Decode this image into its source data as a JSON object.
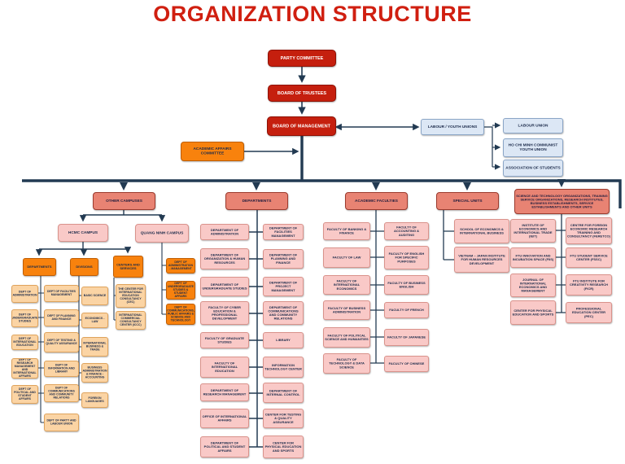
{
  "title": "ORGANIZATION STRUCTURE",
  "colors": {
    "title_red": "#D01F10",
    "box_red": "#C51F0E",
    "box_orange": "#F8820D",
    "box_salmon": "#E88373",
    "box_pink": "#F9C9C7",
    "box_tan": "#FBD4A4",
    "box_blue": "#DCE7F5",
    "connector_line": "#223A52"
  },
  "top_chain": {
    "party_committee": "PARTY COMMITTEE",
    "board_of_trustees": "BOARD OF TRUSTEES",
    "board_of_management": "BOARD OF MANAGEMENT"
  },
  "academic_affairs_committee": "ACADEMIC AFFAIRS COMMITTEE",
  "unions": {
    "root": "LABOUR / YOUTH UNIONS",
    "children": [
      "LABOUR UNION",
      "HO CHI MINH COMMUNIST YOUTH UNION",
      "ASSOCIATION OF STUDENTS"
    ]
  },
  "level2": {
    "other_campuses": "OTHER CAMPUSES",
    "departments": "DEPARTMENTS",
    "academic_faculties": "ACADEMIC FACULTIES",
    "special_units": "SPECIAL UNITS",
    "science_tech": "SCIENCE AND TECHNOLOGY ORGANIZATIONS, TRAINING SERVICE ORGANIZATIONS, RESEARCH INSTITUTES, BUSINESS ESTABLISHMENTS, SERVICE ESTABLISHMENTS AND OTHER UNITS"
  },
  "campuses": {
    "hcmc": "HCMC CAMPUS",
    "quang_ninh": "QUANG NINH CAMPUS"
  },
  "hcmc": {
    "headers": {
      "departments": "DEPARTMENTS",
      "divisions": "DIVISIONS",
      "centers": "CENTERS AND SERVICES"
    },
    "departments_left": [
      "DEPT OF ADMINISTRATION",
      "DEPT OF UNDERGRADUATE STUDIES",
      "DEPT OF INTERNATIONAL EDUCATION",
      "DEPT OF RESEARCH MANAGEMENT AND INTERNATIONAL AFFAIRS",
      "DEPT OF POLITICAL AND STUDENT AFFAIRS"
    ],
    "departments_right": [
      "DEPT OF FACILITIES MANAGEMENT",
      "DEPT OF PLANNING AND FINANCE",
      "DEPT OF TESTING & QUALITY ASSURANCE",
      "DEPT OF INFORMATION AND LIBRARY",
      "DEPT OF COMMUNICATIONS AND COMMUNITY RELATIONS",
      "DEPT OF PARTY AND LABOUR UNION"
    ],
    "divisions": [
      "BASIC SCIENCE",
      "ECONOMICS - LAW",
      "INTERNATIONAL BUSINESS & TRADE",
      "BUSINESS ADMINISTRATION & FINANCE - ACCOUNTING",
      "FOREIGN LANGUAGES"
    ],
    "centers": [
      "THE CENTER FOR INTERNATIONAL EDUCATION CONSULTANCY (CEC)",
      "INTERNATIONAL COMMERCIAL CONSULTANCY CENTER (ICCC)"
    ]
  },
  "quang_ninh_units": [
    "DEPT OF ADMINISTRATION - MANAGEMENT",
    "DEPT OF UNDERGRADUATE STUDIES & STUDENT AFFAIRS",
    "DEPT OF COMMUNICATIONS, PUBLIC AFFAIRS & SCIENCE AND TECHNOLOGY"
  ],
  "departments_office": {
    "left": [
      "DEPARTMENT OF ADMINISTRATION",
      "DEPARTMENT OF ORGANIZATION & HUMAN RESOURCES",
      "DEPARTMENT OF UNDERGRADUATE STUDIES",
      "FACULTY OF CYBER EDUCATION & PROFESSIONAL DEVELOPMENT",
      "FACULTY OF GRADUATE STUDIES",
      "FACULTY OF INTERNATIONAL EDUCATION",
      "DEPARTMENT OF RESEARCH MANAGEMENT",
      "OFFICE OF INTERNATIONAL AFFAIRS",
      "DEPARTMENT OF POLITICAL AND STUDENT AFFAIRS"
    ],
    "right": [
      "DEPARTMENT OF FACILITIES MANAGEMENT",
      "DEPARTMENT OF PLANNING AND FINANCE",
      "DEPARTMENT OF PROJECT MANAGEMENT",
      "DEPARTMENT OF COMMUNICATIONS AND COMMUNITY RELATIONS",
      "LIBRARY",
      "INFORMATION TECHNOLOGY CENTER",
      "DEPARTMENT OF INTERNAL CONTROL",
      "CENTER FOR TESTING & QUALITY ASSURANCE",
      "CENTER FOR PHYSICAL EDUCATION AND SPORTS"
    ]
  },
  "faculties": {
    "left": [
      "FACULTY OF BANKING & FINANCE",
      "FACULTY OF LAW",
      "FACULTY OF INTERNATIONAL ECONOMICS",
      "FACULTY OF BUSINESS ADMINISTRATION",
      "FACULTY OF POLITICAL SCIENCE AND HUMANITIES",
      "FACULTY OF TECHNOLOGY & DATA SCIENCE"
    ],
    "right": [
      "FACULTY OF ACCOUNTING & AUDITING",
      "FACULTY OF ENGLISH FOR SPECIFIC PURPOSES",
      "FACULTY OF BUSINESS ENGLISH",
      "FACULTY OF FRENCH",
      "FACULTY OF JAPANESE",
      "FACULTY OF CHINESE"
    ]
  },
  "special_units_list": [
    "SCHOOL OF ECONOMICS & INTERNATIONAL BUSINESS",
    "VIETNAM – JAPAN INSTITUTE FOR HUMAN RESOURCES DEVELOPMENT"
  ],
  "science_tech_units": {
    "left": [
      "INSTITUTE OF ECONOMICS AND INTERNATIONAL TRADE (IEIT)",
      "FTU INNOVATION AND INCUBATION SPACE (FIIS)",
      "JOURNAL OF INTERNATIONAL ECONOMICS AND MANAGEMENT",
      "CENTER FOR PHYSICAL EDUCATION AND SPORTS"
    ],
    "right": [
      "CENTRE FOR FOREIGN ECONOMIC RESEARCH TRAINING AND CONSULTANCY (FERETCO)",
      "FTU STUDENT SERVICE CENTER (FSSC)",
      "FTU INSTITUTE FOR CREATIVITY RESEARCH (FICR)",
      "PROFESSIONAL EDUCATION CENTER (PEC)"
    ]
  }
}
